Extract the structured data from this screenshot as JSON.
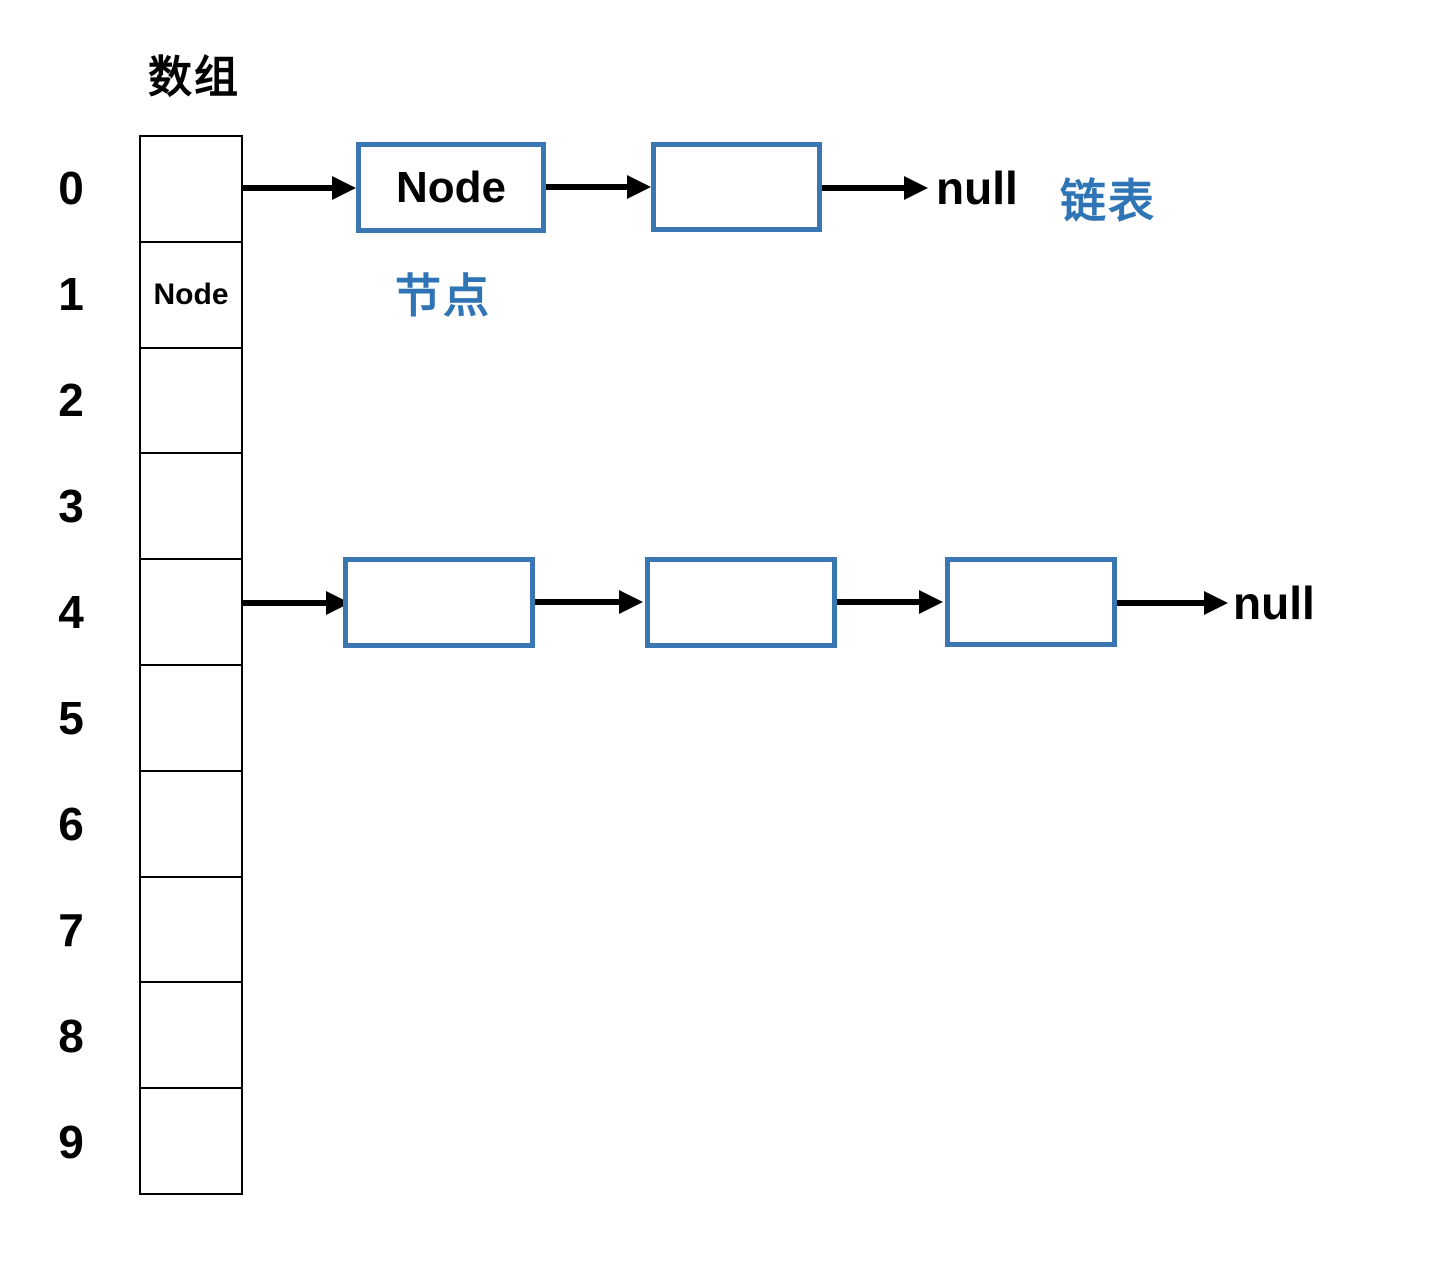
{
  "labels": {
    "array_title": "数组",
    "node_annotation": "节点",
    "list_annotation": "链表"
  },
  "colors": {
    "node_box_border": "#3A76B2",
    "annotation_blue": "#2F75B5",
    "arrow_and_text_black": "#000000"
  },
  "array": {
    "indices": [
      "0",
      "1",
      "2",
      "3",
      "4",
      "5",
      "6",
      "7",
      "8",
      "9"
    ],
    "cells": [
      {
        "label": ""
      },
      {
        "label": "Node"
      },
      {
        "label": ""
      },
      {
        "label": ""
      },
      {
        "label": ""
      },
      {
        "label": ""
      },
      {
        "label": ""
      },
      {
        "label": ""
      },
      {
        "label": ""
      },
      {
        "label": ""
      }
    ]
  },
  "chains": [
    {
      "from_index": "0",
      "nodes": [
        {
          "label": "Node"
        },
        {
          "label": ""
        }
      ],
      "terminator": "null"
    },
    {
      "from_index": "4",
      "nodes": [
        {
          "label": ""
        },
        {
          "label": ""
        },
        {
          "label": ""
        }
      ],
      "terminator": "null"
    }
  ]
}
